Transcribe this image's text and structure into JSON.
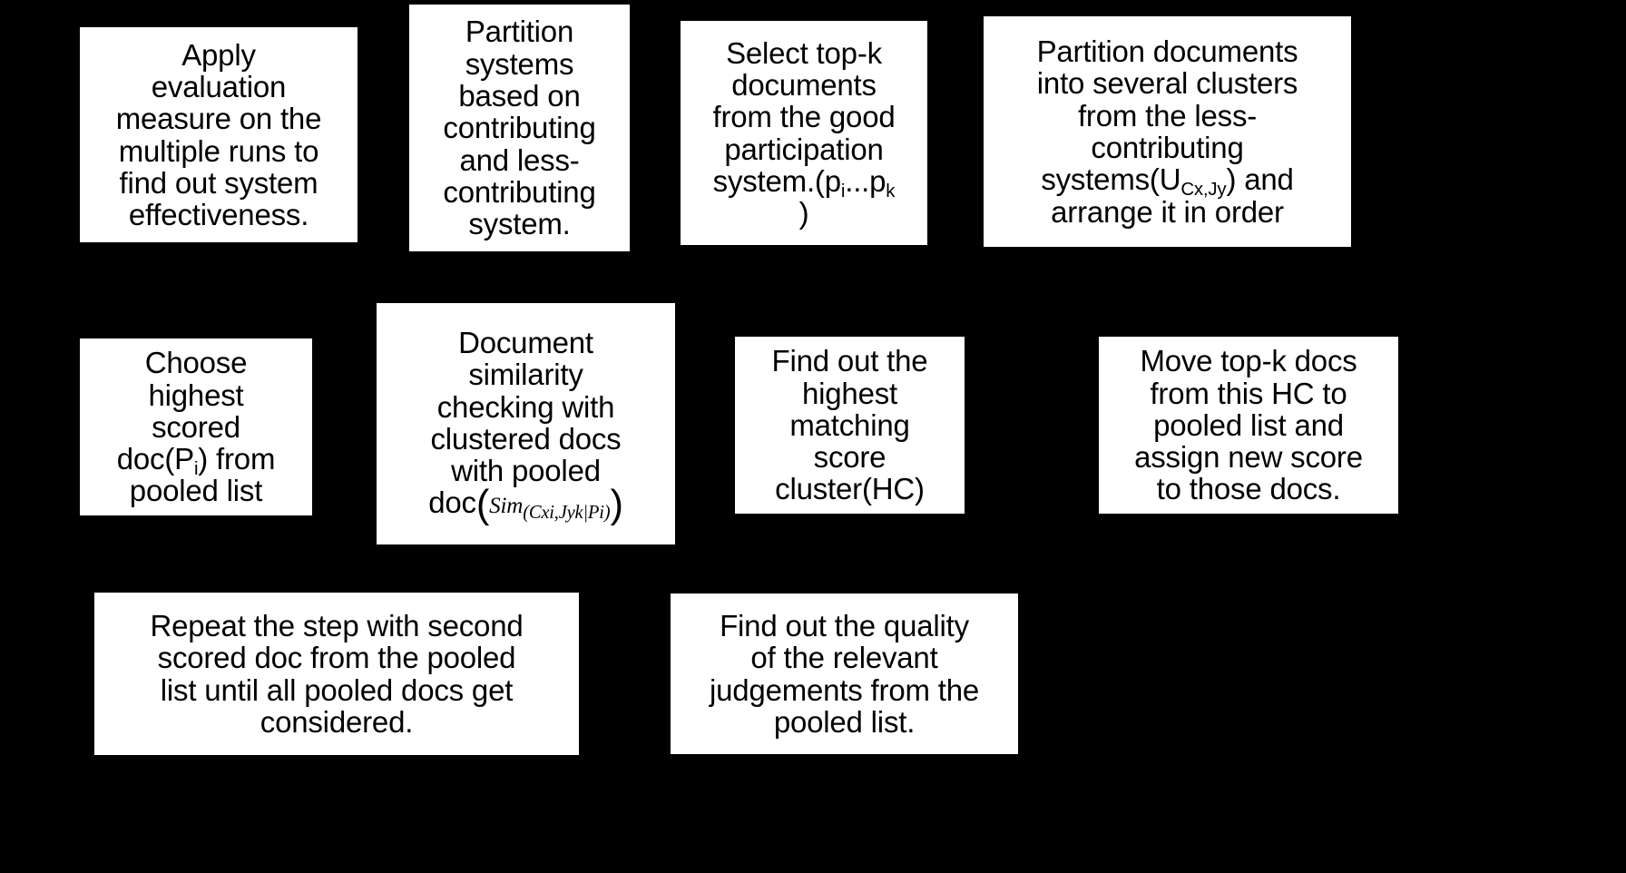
{
  "diagram": {
    "title": "Pooled document evaluation workflow flowchart",
    "background_color": "#000000",
    "box_fill_color": "#ffffff",
    "box_text_color": "#000000",
    "rows": 3,
    "box_count": 10
  },
  "boxes": [
    {
      "id": "apply-evaluation-measure",
      "row": 1,
      "column": 1,
      "lines": [
        "Apply",
        "evaluation",
        "measure on the",
        "multiple runs to",
        "find out system",
        "effectiveness."
      ],
      "text": "Apply evaluation measure on the multiple runs to find out system effectiveness."
    },
    {
      "id": "partition-systems",
      "row": 1,
      "column": 2,
      "lines": [
        "Partition",
        "systems",
        "based on",
        "contributing",
        "and less-",
        "contributing",
        "system."
      ],
      "text": "Partition systems based on contributing and less-contributing system."
    },
    {
      "id": "select-top-k-documents",
      "row": 1,
      "column": 3,
      "lines": [
        "Select top-k",
        "documents",
        "from the good",
        "participation",
        "system.(pᵢ...pₖ",
        ")"
      ],
      "text": "Select top-k documents from the good participation system.(pi...pk )",
      "subscripts": [
        "i",
        "k"
      ]
    },
    {
      "id": "partition-documents-into-clusters",
      "row": 1,
      "column": 4,
      "lines": [
        "Partition documents",
        "into several clusters",
        "from the less-",
        "contributing",
        "systems(U_Cx,Jy) and",
        "arrange it in order"
      ],
      "text": "Partition documents into several clusters from the less-contributing systems(UCx,Jy) and arrange it in order",
      "subscripts": [
        "Cx,Jy"
      ]
    },
    {
      "id": "choose-highest-scored-doc",
      "row": 2,
      "column": 1,
      "lines": [
        "Choose",
        "highest",
        "scored",
        "doc(P_i) from",
        "pooled list"
      ],
      "text": "Choose highest scored doc(Pi) from pooled list",
      "subscripts": [
        "i"
      ]
    },
    {
      "id": "document-similarity-checking",
      "row": 2,
      "column": 2,
      "lines": [
        "Document",
        "similarity",
        "checking with",
        "clustered docs",
        "with pooled",
        "doc(Sim_(Cxi,Jyk|Pi))"
      ],
      "text": "Document similarity checking with clustered docs with pooled doc(Sim(Cxi,Jyk|Pi))",
      "formula": {
        "prefix": "doc",
        "base": "Sim",
        "subscript": "(Cxi,Jyk|Pi)"
      }
    },
    {
      "id": "find-highest-matching-score-cluster",
      "row": 2,
      "column": 3,
      "lines": [
        "Find out the",
        "highest",
        "matching",
        "score",
        "cluster(HC)"
      ],
      "text": "Find out the highest matching score cluster(HC)"
    },
    {
      "id": "move-top-k-docs-to-pooled-list",
      "row": 2,
      "column": 4,
      "lines": [
        "Move top-k docs",
        "from this HC to",
        "pooled list and",
        "assign new score",
        "to those docs."
      ],
      "text": "Move top-k docs from this HC to pooled list and assign new score to those docs."
    },
    {
      "id": "repeat-step-with-second-scored-doc",
      "row": 3,
      "column": 1,
      "lines": [
        "Repeat the step with second",
        "scored doc from the pooled",
        "list until all pooled docs get",
        "considered."
      ],
      "text": "Repeat the step with second scored doc from the pooled list until all pooled docs get considered."
    },
    {
      "id": "find-quality-of-relevant-judgements",
      "row": 3,
      "column": 2,
      "lines": [
        "Find out the quality",
        "of the relevant",
        "judgements from the",
        "pooled list."
      ],
      "text": "Find out the quality of the relevant judgements from the pooled list."
    }
  ]
}
